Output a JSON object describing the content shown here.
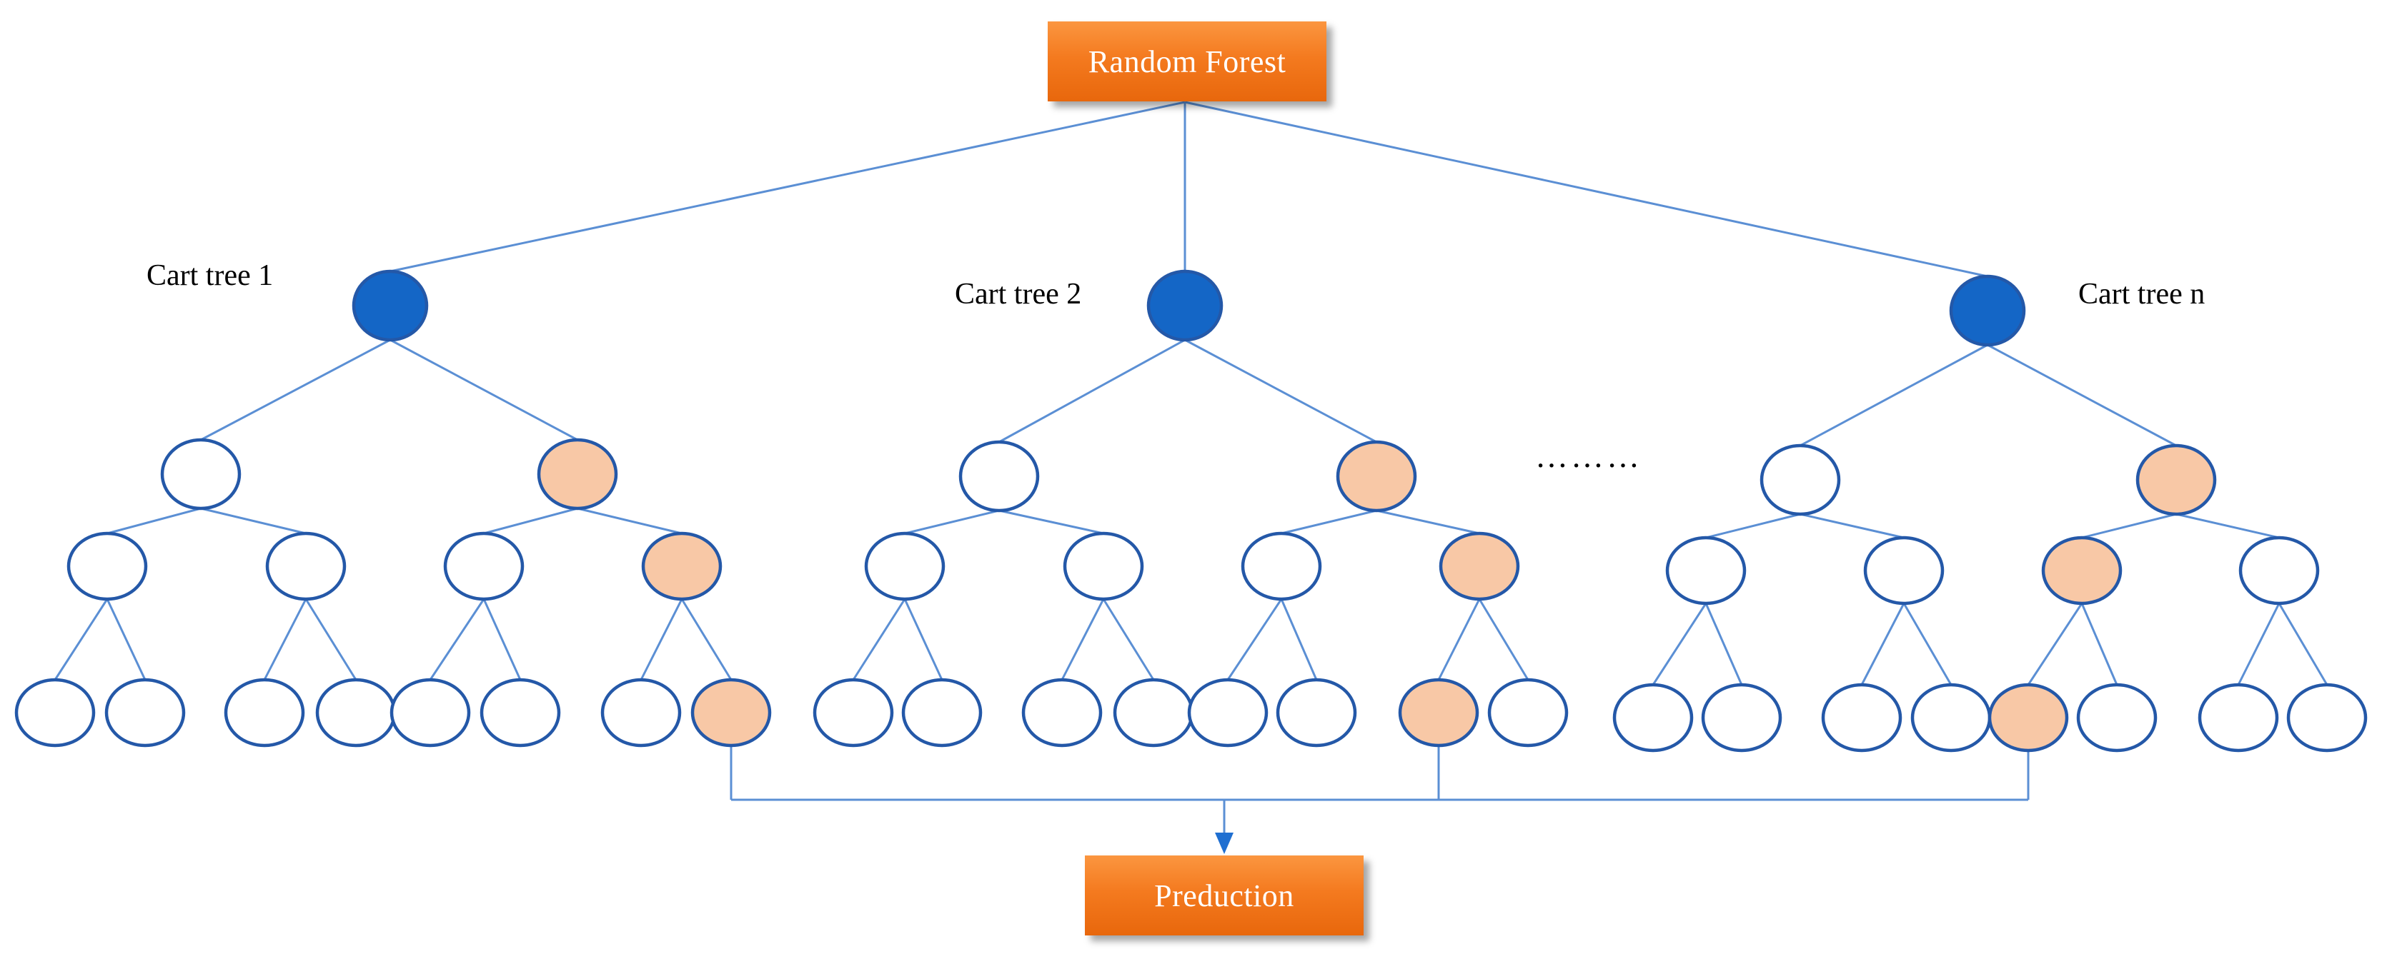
{
  "title": "Random Forest",
  "output_label": "Preduction",
  "trees": [
    {
      "label": "Cart tree 1"
    },
    {
      "label": "Cart tree 2"
    },
    {
      "label": "Cart tree n"
    }
  ],
  "ellipsis": "………",
  "colors": {
    "root_node": "#1466c6",
    "selected_node": "#f8c8a6",
    "node_border": "#2458a8",
    "edge": "#5b8fd4",
    "box": "#f47a1f",
    "box_text": "#ffffff"
  }
}
